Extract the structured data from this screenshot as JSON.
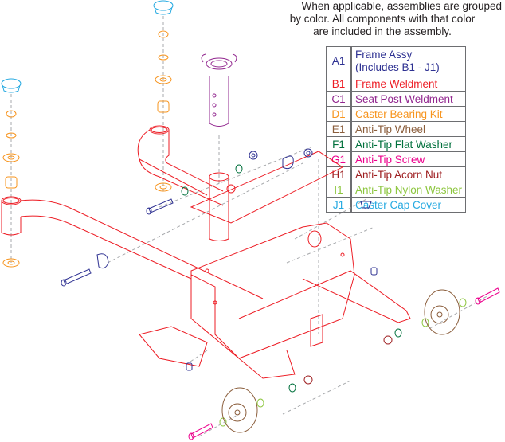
{
  "note": {
    "line1": "When applicable, assemblies are grouped",
    "line2": "by color. All components with that color",
    "line3": "are included in the assembly."
  },
  "legend": [
    {
      "code": "A1",
      "label": "Frame Assy",
      "sublabel": "(Includes B1 - J1)",
      "color": "#2e3192"
    },
    {
      "code": "B1",
      "label": "Frame Weldment",
      "color": "#ed1c24"
    },
    {
      "code": "C1",
      "label": "Seat Post Weldment",
      "color": "#92278f"
    },
    {
      "code": "D1",
      "label": "Caster Bearing Kit",
      "color": "#f7941d"
    },
    {
      "code": "E1",
      "label": "Anti-Tip Wheel",
      "color": "#8b5e3c"
    },
    {
      "code": "F1",
      "label": "Anti-Tip Flat Washer",
      "color": "#00703c"
    },
    {
      "code": "G1",
      "label": "Anti-Tip Screw",
      "color": "#ec008c"
    },
    {
      "code": "H1",
      "label": "Anti-Tip Acorn Nut",
      "color": "#9e1f21"
    },
    {
      "code": "I1",
      "label": "Anti-Tip Nylon Washer",
      "color": "#8dc63f"
    },
    {
      "code": "J1",
      "label": "Caster Cap Cover",
      "color": "#27aae1"
    }
  ],
  "colors": {
    "frame": "#ed1c24",
    "seat_post": "#92278f",
    "bearing": "#f7941d",
    "wheel": "#8b5e3c",
    "flat_washer": "#00703c",
    "screw": "#ec008c",
    "acorn_nut": "#9e1f21",
    "nylon_washer": "#8dc63f",
    "cap": "#27aae1",
    "hardware": "#2e3192",
    "leader": "#a7a9ac"
  }
}
